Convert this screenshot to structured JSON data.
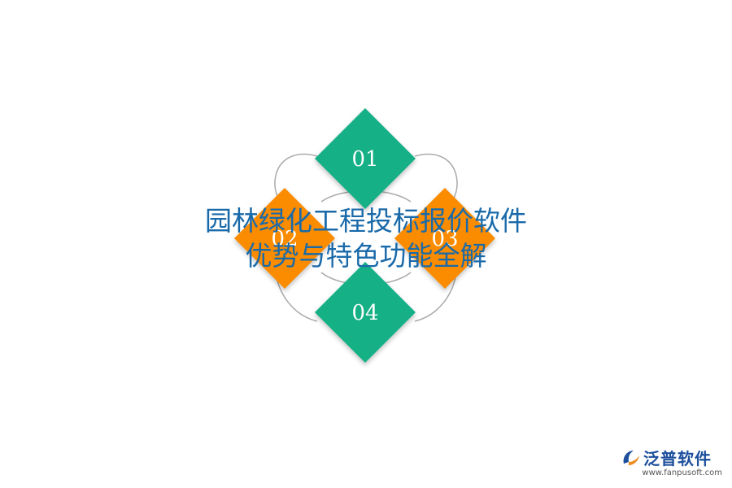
{
  "diagram": {
    "items": [
      {
        "number": "01",
        "color": "#17b087"
      },
      {
        "number": "02",
        "color": "#fb8c00"
      },
      {
        "number": "03",
        "color": "#fb8c00"
      },
      {
        "number": "04",
        "color": "#17b087"
      }
    ],
    "ring_color": "#aaaaaa"
  },
  "title": {
    "line1": "园林绿化工程投标报价软件",
    "line2": "优势与特色功能全解",
    "color": "#1a6aaa"
  },
  "logo": {
    "name": "泛普软件",
    "url": "www.fanpusoft.com",
    "color": "#1c4f9c"
  }
}
